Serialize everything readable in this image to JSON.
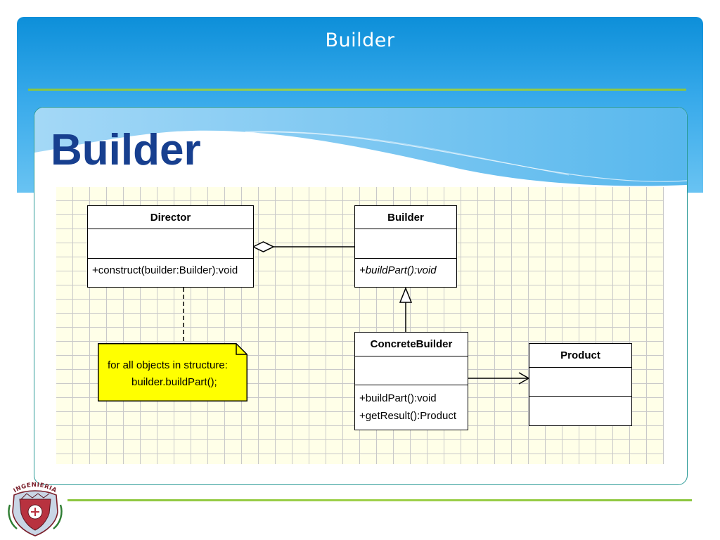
{
  "slide": {
    "header_title": "Builder",
    "heading": "Builder"
  },
  "diagram": {
    "classes": {
      "director": {
        "name": "Director",
        "operations": [
          "+construct(builder:Builder):void"
        ]
      },
      "builder": {
        "name": "Builder",
        "operations": [
          "+buildPart():void"
        ],
        "abstract_operations": true
      },
      "concrete_builder": {
        "name": "ConcreteBuilder",
        "operations": [
          "+buildPart():void",
          "+getResult():Product"
        ]
      },
      "product": {
        "name": "Product",
        "operations": []
      }
    },
    "note": {
      "line1": "for all objects in structure:",
      "line2": "builder.buildPart();"
    },
    "relations": [
      {
        "from": "director",
        "to": "builder",
        "type": "aggregation"
      },
      {
        "from": "concrete_builder",
        "to": "builder",
        "type": "generalization"
      },
      {
        "from": "concrete_builder",
        "to": "product",
        "type": "dependency"
      },
      {
        "from": "note",
        "to": "director",
        "type": "note-anchor"
      }
    ]
  },
  "logo": {
    "text": "INGENIERIA"
  },
  "colors": {
    "header_blue": "#0d8fd9",
    "heading_blue": "#173f8f",
    "rule_green": "#8cc63f",
    "frame_teal": "#2a9a96",
    "grid_background": "#ffffe8",
    "note_yellow": "#ffff00"
  }
}
